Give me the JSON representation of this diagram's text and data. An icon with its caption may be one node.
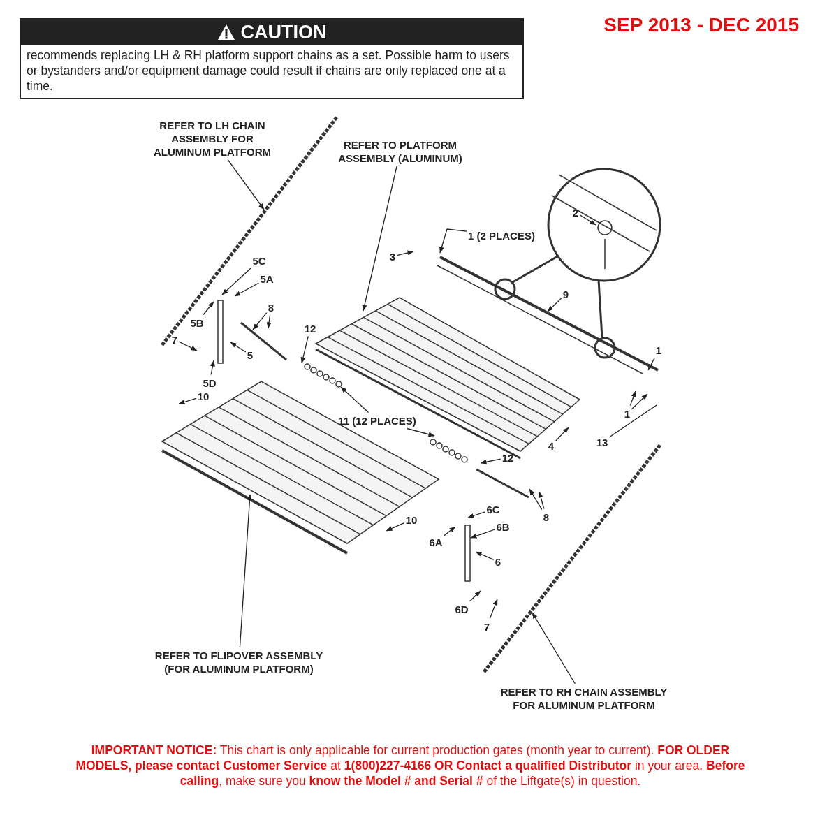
{
  "diagram": {
    "nodes": [
      {
        "text": [
          "CAUTION",
          "recommends replacing LH & RH platform support chains as a set. Possible harm to users or bystanders and/or equipment damage could result if chains are only replaced one at a time."
        ]
      },
      {
        "text": [
          "REFER TO LH CHAIN ASSEMBLY FOR ALUMINUM PLATFORM"
        ]
      },
      {
        "text": [
          "REFER TO PLATFORM ASSEMBLY (ALUMINUM)"
        ]
      },
      {
        "text": [
          "1 (2 PLACES)"
        ]
      },
      {
        "text": [
          "3"
        ]
      },
      {
        "text": [
          "5C"
        ]
      },
      {
        "text": [
          "5A"
        ]
      },
      {
        "text": [
          "8"
        ]
      },
      {
        "text": [
          "5B"
        ]
      },
      {
        "text": [
          "7"
        ]
      },
      {
        "text": [
          "5"
        ]
      },
      {
        "text": [
          "5D"
        ]
      },
      {
        "text": [
          "12"
        ]
      },
      {
        "text": [
          "10"
        ]
      },
      {
        "text": [
          "11 (12 PLACES)"
        ]
      },
      {
        "text": [
          "2"
        ]
      },
      {
        "text": [
          "9"
        ]
      },
      {
        "text": [
          "1"
        ]
      },
      {
        "text": [
          "1"
        ]
      },
      {
        "text": [
          "13"
        ]
      },
      {
        "text": [
          "4"
        ]
      },
      {
        "text": [
          "12"
        ]
      },
      {
        "text": [
          "8"
        ]
      },
      {
        "text": [
          "6C"
        ]
      },
      {
        "text": [
          "6B"
        ]
      },
      {
        "text": [
          "6A"
        ]
      },
      {
        "text": [
          "6"
        ]
      },
      {
        "text": [
          "10"
        ]
      },
      {
        "text": [
          "6D"
        ]
      },
      {
        "text": [
          "7"
        ]
      },
      {
        "text": [
          "REFER TO FLIPOVER ASSEMBLY (FOR ALUMINUM PLATFORM)"
        ]
      },
      {
        "text": [
          "REFER TO RH CHAIN ASSEMBLY FOR ALUMINUM PLATFORM"
        ]
      }
    ],
    "edges": [
      {
        "from": 1,
        "to": null,
        "arrow": "to"
      },
      {
        "from": 2,
        "to": null,
        "arrow": "to"
      },
      {
        "from": 3,
        "to": null,
        "arrow": "to"
      },
      {
        "from": 4,
        "to": null,
        "arrow": "to"
      },
      {
        "from": 5,
        "to": null,
        "arrow": "to"
      },
      {
        "from": 6,
        "to": null,
        "arrow": "to"
      },
      {
        "from": 7,
        "to": null,
        "arrow": "to"
      },
      {
        "from": 7,
        "to": null,
        "arrow": "to"
      },
      {
        "from": 8,
        "to": null,
        "arrow": "to"
      },
      {
        "from": 9,
        "to": null,
        "arrow": "to"
      },
      {
        "from": 10,
        "to": null,
        "arrow": "to"
      },
      {
        "from": 11,
        "to": null,
        "arrow": "to"
      },
      {
        "from": 12,
        "to": null,
        "arrow": "to"
      },
      {
        "from": 13,
        "to": null,
        "arrow": "to"
      },
      {
        "from": 14,
        "to": null,
        "arrow": "to"
      },
      {
        "from": 14,
        "to": null,
        "arrow": "to"
      },
      {
        "from": 15,
        "to": null,
        "arrow": "to"
      },
      {
        "from": 16,
        "to": null,
        "arrow": "to"
      },
      {
        "from": 17,
        "to": null,
        "arrow": "to"
      },
      {
        "from": 18,
        "to": null,
        "arrow": "to"
      },
      {
        "from": 18,
        "to": null,
        "arrow": "to"
      },
      {
        "from": 19,
        "to": null,
        "arrow": "none"
      },
      {
        "from": 20,
        "to": null,
        "arrow": "to"
      },
      {
        "from": 21,
        "to": null,
        "arrow": "to"
      },
      {
        "from": 22,
        "to": null,
        "arrow": "to"
      },
      {
        "from": 22,
        "to": null,
        "arrow": "to"
      },
      {
        "from": 23,
        "to": null,
        "arrow": "to"
      },
      {
        "from": 24,
        "to": null,
        "arrow": "to"
      },
      {
        "from": 25,
        "to": null,
        "arrow": "to"
      },
      {
        "from": 26,
        "to": null,
        "arrow": "to"
      },
      {
        "from": 27,
        "to": null,
        "arrow": "to"
      },
      {
        "from": 28,
        "to": null,
        "arrow": "to"
      },
      {
        "from": 29,
        "to": null,
        "arrow": "to"
      },
      {
        "from": 30,
        "to": null,
        "arrow": "to"
      },
      {
        "from": 31,
        "to": null,
        "arrow": "to"
      }
    ],
    "labels": [
      "SEP 2013 - DEC 2015",
      "**IMPORTANT NOTICE:** This chart is only applicable for current production gates (month year to current). **FOR OLDER MODELS, please contact Customer Service** at **1(800)227-4166 OR Contact a qualified Distributor** in your area. **Before calling**, make sure you **know the Model # and Serial #** of the Liftgate(s) in question."
    ]
  }
}
